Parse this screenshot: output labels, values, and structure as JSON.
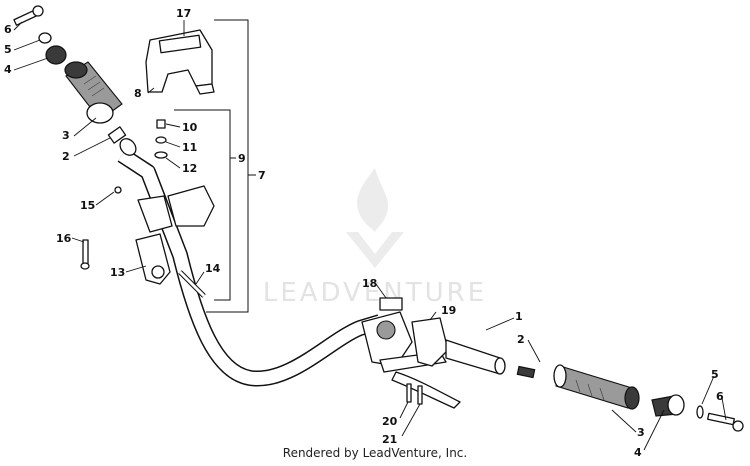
{
  "watermark": {
    "text": "LEADVENTURE"
  },
  "footer": {
    "text": "Rendered by LeadVenture, Inc."
  },
  "callouts": {
    "c1": "1",
    "c2a": "2",
    "c2b": "2",
    "c3a": "3",
    "c3b": "3",
    "c4a": "4",
    "c4b": "4",
    "c5a": "5",
    "c5b": "5",
    "c6a": "6",
    "c6b": "6",
    "c7": "7",
    "c8": "8",
    "c9": "9",
    "c10": "10",
    "c11": "11",
    "c12": "12",
    "c13": "13",
    "c14": "14",
    "c15": "15",
    "c16": "16",
    "c17": "17",
    "c18": "18",
    "c19": "19",
    "c20": "20",
    "c21": "21"
  }
}
